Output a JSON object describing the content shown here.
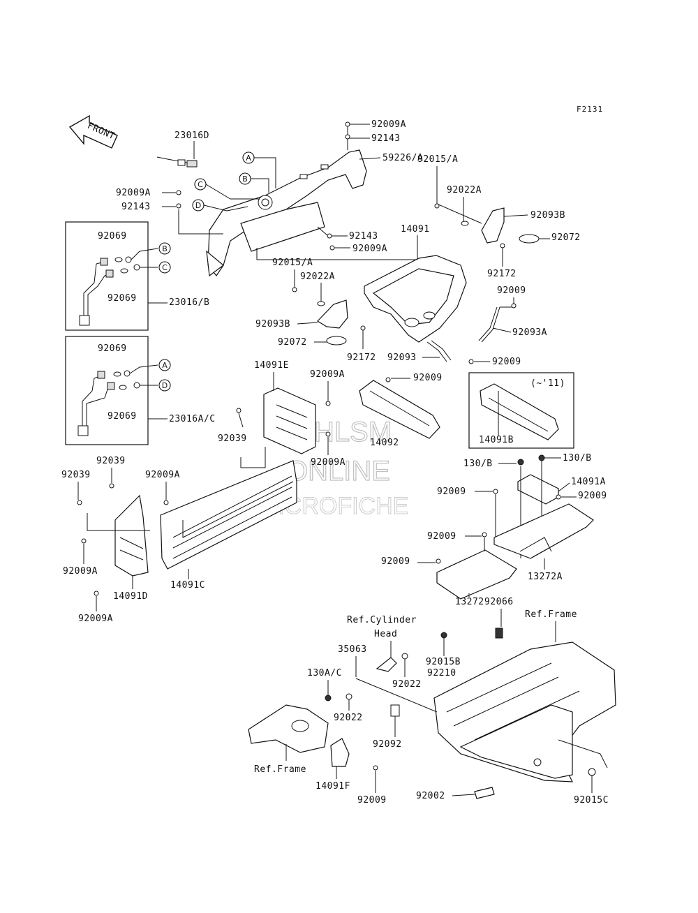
{
  "diagram_code": "F2131",
  "front_arrow_text": "FRONT",
  "watermark": {
    "line1": "HLSM",
    "line2": "ONLINE",
    "line3": "MICROFICHE"
  },
  "inset_note": "(~'11)",
  "callouts": {
    "a": "A",
    "b": "B",
    "c": "C",
    "d": "D"
  },
  "labels": {
    "p92009A_top": "92009A",
    "p92143_top": "92143",
    "p23016D": "23016D",
    "p59226A": "59226/A",
    "p92009A_l": "92009A",
    "p92143_l": "92143",
    "p92015A_r": "92015/A",
    "p92022A_r": "92022A",
    "p92093B": "92093B",
    "p92072_r": "92072",
    "p92143_m": "92143",
    "p92009A_m": "92009A",
    "p14091": "14091",
    "p92172_r": "92172",
    "p92015A_m": "92015/A",
    "p92022A_m": "92022A",
    "p92009_r": "92009",
    "p92093A": "92093A",
    "p92093B_m": "92093B",
    "p92072_m": "92072",
    "p92172_m": "92172",
    "p92093": "92093",
    "p92009_r2": "92009",
    "p92069_1": "92069",
    "p92069_2": "92069",
    "p23016B": "23016/B",
    "p92069_3": "92069",
    "p92069_4": "92069",
    "p23016AC": "23016A/C",
    "p14091E": "14091E",
    "p92009A_e": "92009A",
    "p92009_c": "92009",
    "p14092": "14092",
    "p14091B": "14091B",
    "p92039_a": "92039",
    "p92009A_e2": "92009A",
    "p92039_b": "92039",
    "p92039_c": "92039",
    "p92009A_c": "92009A",
    "p130B_l": "130/B",
    "p130B_r": "130/B",
    "p14091A": "14091A",
    "p92009_s1": "92009",
    "p92009_s2": "92009",
    "p92009_s3": "92009",
    "p92009_s4": "92009",
    "p92009A_d": "92009A",
    "p14091D": "14091D",
    "p14091C": "14091C",
    "p13272A": "13272A",
    "p92009A_d2": "92009A",
    "p13272": "13272",
    "p92066": "92066",
    "p35063": "35063",
    "p92015B": "92015B",
    "p92210": "92210",
    "p130AC": "130A/C",
    "p92022_a": "92022",
    "p92022_b": "92022",
    "p92092": "92092",
    "p14091F": "14091F",
    "p92009_f": "92009",
    "p92002": "92002",
    "p92015C": "92015C"
  },
  "references": {
    "cyl_line1": "Ref.Cylinder",
    "cyl_line2": "Head",
    "frame_right": "Ref.Frame",
    "frame_left": "Ref.Frame"
  }
}
